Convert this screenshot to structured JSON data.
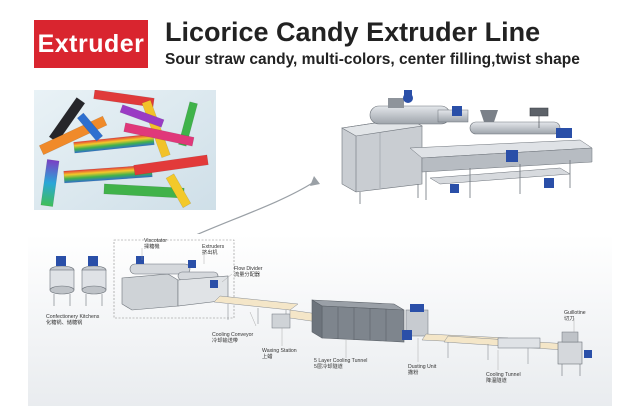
{
  "header": {
    "badge": "Extruder",
    "title": "Licorice Candy Extruder Line",
    "subtitle": "Sour straw candy, multi-colors, center filling,twist shape"
  },
  "labels": {
    "viscotator": "Viscotator",
    "viscotator_cn": "揉糖機",
    "extruders": "Extruders",
    "extruders_cn": "挤出机",
    "flow_divider": "Flow Divider",
    "flow_divider_cn": "流量分配器",
    "kitchens": "Confectionery Kitchens",
    "kitchens_cn": "化糖锅、储糖锅",
    "cooling_conveyor": "Cooling Conveyor",
    "cooling_conveyor_cn": "冷却输送带",
    "waxing": "Waxing Station",
    "waxing_cn": "上蜡",
    "cooling_tunnel_5": "5 Layer Cooling Tunnel",
    "cooling_tunnel_5_cn": "5层冷却隧道",
    "dusting": "Dusting Unit",
    "dusting_cn": "撒粉",
    "cooling_tunnel": "Cooling Tunnel",
    "cooling_tunnel_cn": "降温隧道",
    "guillotine": "Guillotine",
    "guillotine_cn": "切刀"
  },
  "colors": {
    "badge": "#d9252f",
    "machine_blue": "#2a4fa8",
    "steel": "#b8bcc2",
    "band": "#eef0f3"
  }
}
